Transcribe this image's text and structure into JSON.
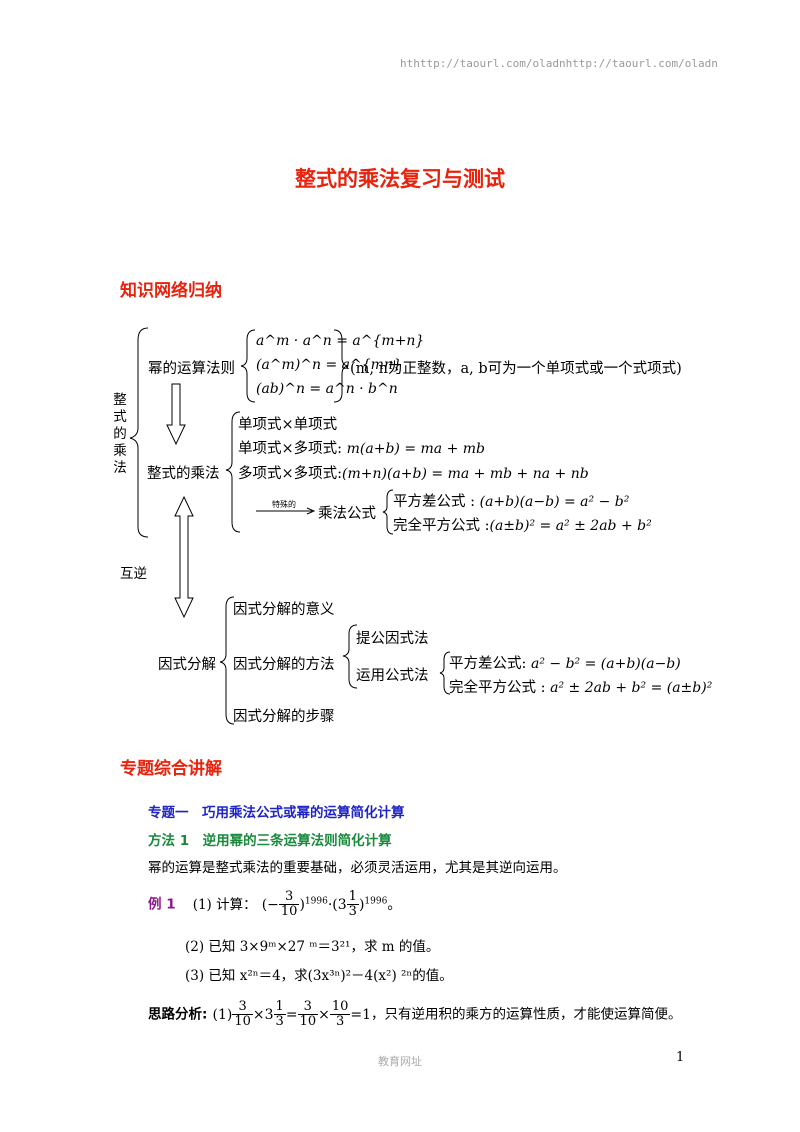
{
  "header": {
    "url_text": "hthttp://taourl.com/oladnhttp://taourl.com/oladn"
  },
  "title": "整式的乘法复习与测试",
  "section1": {
    "heading": "知识网络归纳"
  },
  "diagram": {
    "root_label": "整式的乘法",
    "power_rules_label": "幂的运算法则",
    "rule1": "a^m · a^n = a^{m+n}",
    "rule2": "(a^m)^n = a^{mn}",
    "rule3": "(ab)^n = a^n · b^n",
    "rule_condition_prefix": "(m, n为正整数，",
    "rule_condition_suffix": "a, b可为一个单项式或一个式项式)",
    "mult_label": "整式的乘法",
    "mult1": "单项式×单项式",
    "mult2_prefix": "单项式×多项式: ",
    "mult2_formula": "m(a+b) = ma + mb",
    "mult3_prefix": "多项式×多项式:",
    "mult3_formula": "(m+n)(a+b) = ma + mb + na + nb",
    "special_label": "特殊的",
    "formula_label": "乘法公式",
    "formula1_name": "平方差公式 : ",
    "formula1": "(a+b)(a−b) = a² − b²",
    "formula2_name": "完全平方公式 :",
    "formula2": "(a±b)² = a² ± 2ab + b²",
    "inverse_label": "互逆",
    "factor_label": "因式分解",
    "factor1": "因式分解的意义",
    "factor2": "因式分解的方法",
    "factor3": "因式分解的步骤",
    "method1": "提公因式法",
    "method2": "运用公式法",
    "fm1_name": "平方差公式: ",
    "fm1": "a² − b² = (a+b)(a−b)",
    "fm2_name": "完全平方公式 : ",
    "fm2": "a² ± 2ab + b² = (a±b)²"
  },
  "section2": {
    "heading": "专题综合讲解"
  },
  "topic1": "专题一　巧用乘法公式或幂的运算简化计算",
  "method1_title": "方法 1　逆用幂的三条运算法则简化计算",
  "intro": "幂的运算是整式乘法的重要基础，必须灵活运用，尤其是其逆向运用。",
  "example": {
    "label": "例 1",
    "q1_prefix": "(1)  计算：",
    "q1_exp": "1996",
    "q2": "(2)  已知 3×9ᵐ×27 ᵐ＝3²¹，求 m 的值。",
    "q3": "(3)  已知 x²ⁿ＝4，求(3x³ⁿ)²－4(x²) ²ⁿ的值。"
  },
  "analysis": {
    "label": "思路分析:",
    "text": "，只有逆用积的乘方的运算性质，才能使运算简便。"
  },
  "footer": {
    "label": "教育网址",
    "page": "1"
  }
}
